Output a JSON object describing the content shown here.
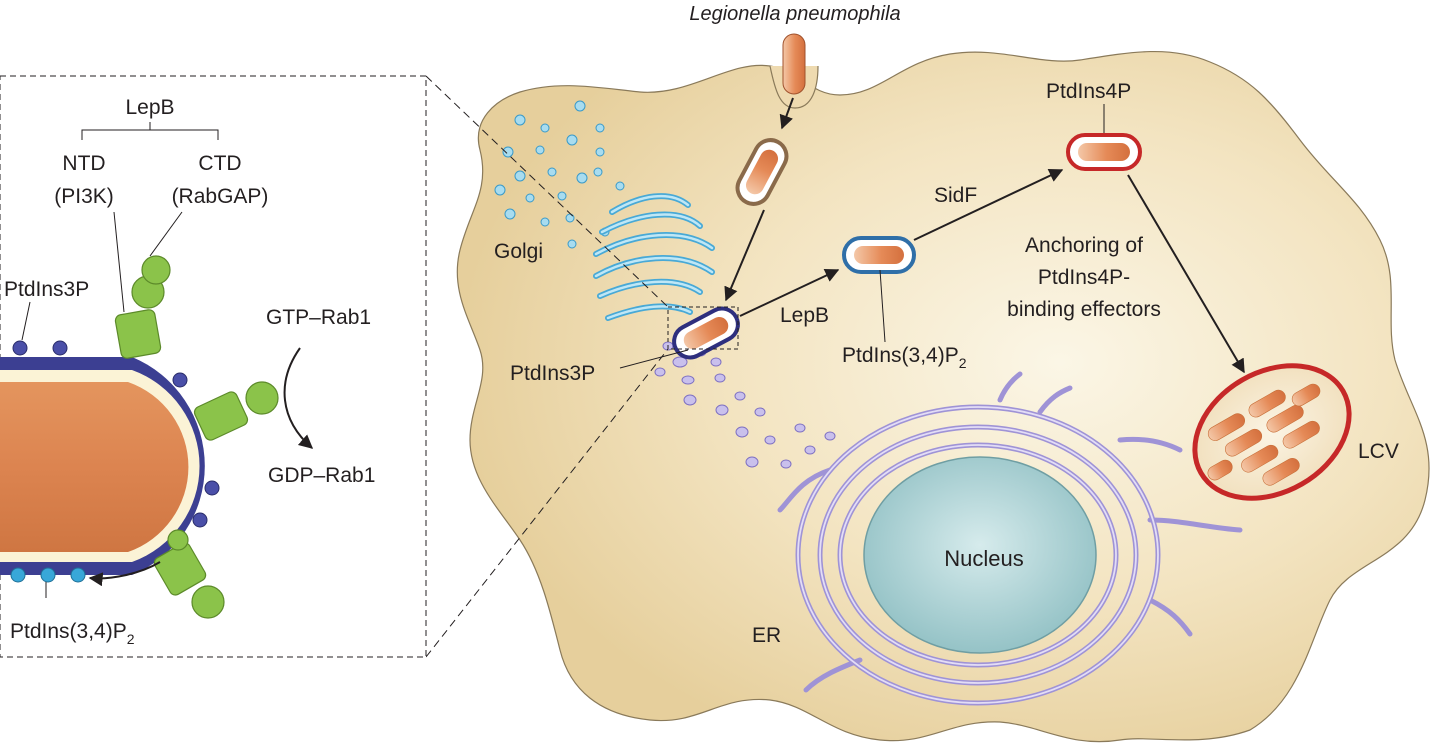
{
  "labels": {
    "organism": "Legionella pneumophila",
    "golgi": "Golgi",
    "ptdins3p_cell": "PtdIns3P",
    "lepb_arrow": "LepB",
    "sidf_arrow": "SidF",
    "ptdins34p2_cell_main": "PtdIns(3,4)P",
    "ptdins34p2_cell_sub": "2",
    "ptdins4p_cell": "PtdIns4P",
    "anchoring_line1": "Anchoring of",
    "anchoring_line2": "PtdIns4P-",
    "anchoring_line3": "binding effectors",
    "lcv": "LCV",
    "nucleus": "Nucleus",
    "er": "ER"
  },
  "inset": {
    "lepb": "LepB",
    "ntd": "NTD",
    "pi3k": "(PI3K)",
    "ctd": "CTD",
    "rabgap": "(RabGAP)",
    "ptdins3p": "PtdIns3P",
    "gtp_rab1": "GTP–Rab1",
    "gdp_rab1": "GDP–Rab1",
    "ptdins34p2_main": "PtdIns(3,4)P",
    "ptdins34p2_sub": "2"
  },
  "colors": {
    "cell_fill": "#eedab0",
    "cell_stroke": "#8a7a5a",
    "bacterium": "#e08a5a",
    "membrane_navy": "#3c3f92",
    "membrane_blue": "#2f6fa8",
    "membrane_red": "#c62828",
    "membrane_brown": "#8a6a4a",
    "nucleus": "#9cc9cd",
    "er": "#b6ade0",
    "golgi": "#7fcbe8",
    "effector_green": "#8bc34a"
  }
}
